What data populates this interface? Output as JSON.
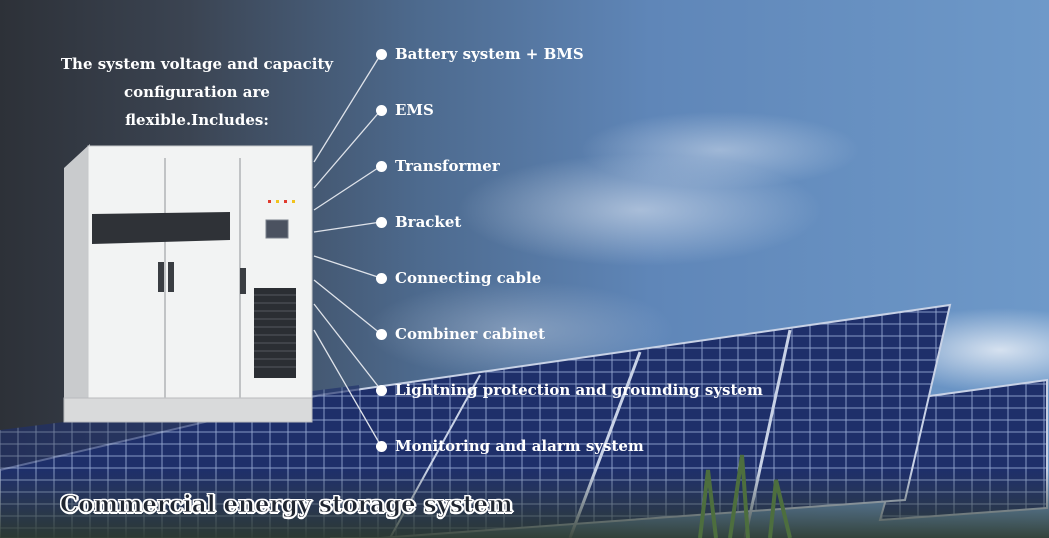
{
  "intro_text": "The system voltage and capacity configuration are flexible.Includes:",
  "features": [
    "Battery system + BMS",
    "EMS",
    "Transformer",
    "Bracket",
    "Connecting cable",
    "Combiner cabinet",
    "Lightning protection and grounding system",
    "Monitoring and alarm system"
  ],
  "title": "Commercial energy storage system",
  "colors": {
    "text": "#ffffff",
    "sky": "#5f86b8",
    "panel": "#1d2f6e"
  },
  "icons": [
    "bullet-dot-icon",
    "callout-line-icon"
  ]
}
